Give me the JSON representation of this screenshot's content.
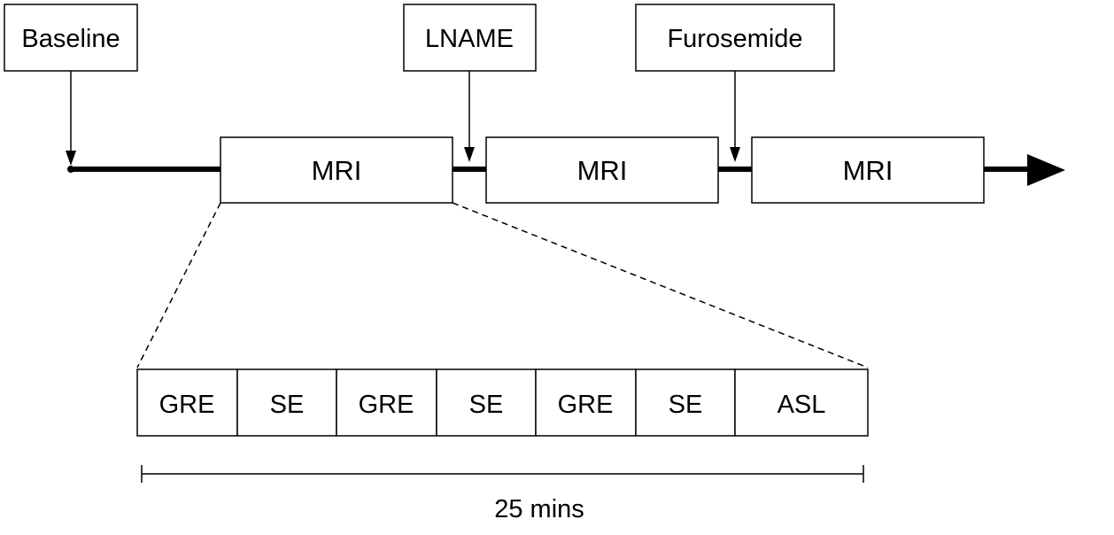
{
  "events": [
    {
      "id": "baseline",
      "label": "Baseline"
    },
    {
      "id": "lname",
      "label": "LNAME"
    },
    {
      "id": "furosemide",
      "label": "Furosemide"
    }
  ],
  "mri_blocks": [
    {
      "label": "MRI"
    },
    {
      "label": "MRI"
    },
    {
      "label": "MRI"
    }
  ],
  "sequence": {
    "cells": [
      "GRE",
      "SE",
      "GRE",
      "SE",
      "GRE",
      "SE",
      "ASL"
    ]
  },
  "duration": {
    "label": "25 mins"
  }
}
